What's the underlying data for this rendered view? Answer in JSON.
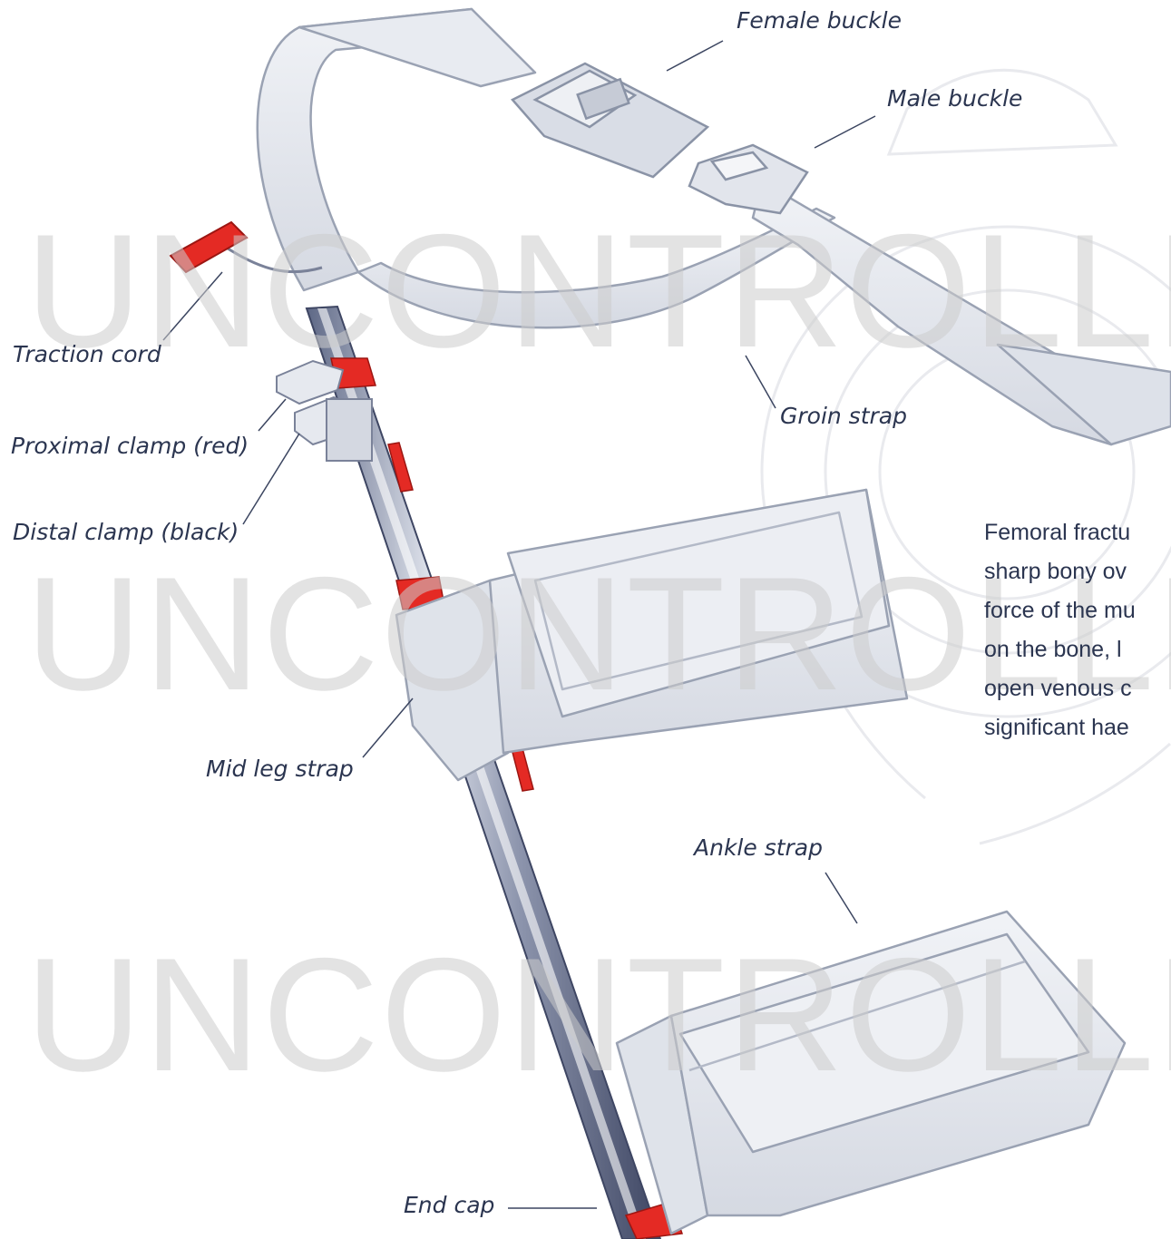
{
  "labels": {
    "female_buckle": "Female buckle",
    "male_buckle": "Male buckle",
    "traction_cord": "Traction cord",
    "groin_strap": "Groin strap",
    "proximal_clamp": "Proximal clamp (red)",
    "distal_clamp": "Distal clamp (black)",
    "mid_leg_strap": "Mid leg strap",
    "ankle_strap": "Ankle strap",
    "end_cap": "End cap"
  },
  "body_text": [
    "Femoral fractu",
    "sharp bony ov",
    "force of the mu",
    "on the bone, l",
    "open venous c",
    "significant hae"
  ],
  "watermark": {
    "row1": "UNCONTROLLED",
    "row2": "UNCONTROLLED",
    "row3": "UNCONTROLLED"
  },
  "colors": {
    "label_text": "#2b3550",
    "accent_red": "#e42a24",
    "strap_fill": "#e6e9ef",
    "strap_outline": "#9aa2b3",
    "watermark": "#cdcdcd"
  }
}
